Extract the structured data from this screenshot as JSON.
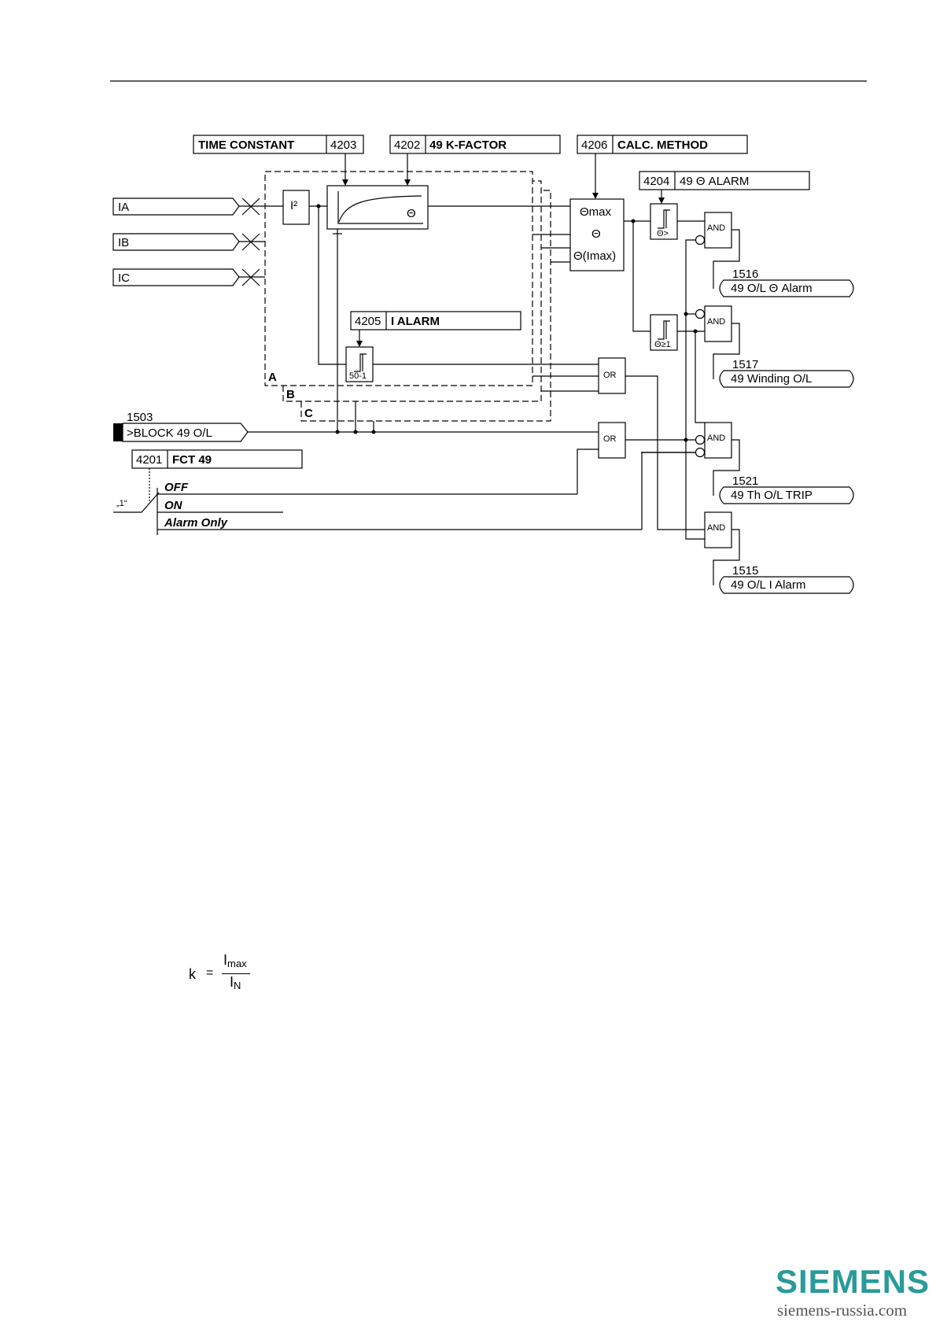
{
  "params": {
    "time_constant": {
      "label": "TIME CONSTANT",
      "code": "4203"
    },
    "k_factor": {
      "code": "4202",
      "label": "49 K-FACTOR"
    },
    "calc_method": {
      "code": "4206",
      "label": "CALC. METHOD"
    },
    "theta_alarm": {
      "code": "4204",
      "label": "49 Θ ALARM"
    },
    "i_alarm": {
      "code": "4205",
      "label": "I ALARM"
    },
    "fct49": {
      "code": "4201",
      "label": "FCT 49"
    }
  },
  "inputs": [
    "IA",
    "IB",
    "IC"
  ],
  "block_input": {
    "code": "1503",
    "label": ">BLOCK 49 O/L"
  },
  "square_label": "I²",
  "filter_label": "Θ",
  "calc_block": [
    "Θmax",
    "Θ",
    "Θ(Imax)"
  ],
  "thresholds": {
    "theta_gt": "Θ>",
    "theta_ge1": "Θ≥1",
    "i_50_1": "50-1"
  },
  "phase_labels": [
    "A",
    "B",
    "C"
  ],
  "gates": {
    "and": "AND",
    "or": "OR"
  },
  "outputs": [
    {
      "code": "1516",
      "label": "49 O/L Θ Alarm"
    },
    {
      "code": "1517",
      "label": "49 Winding O/L"
    },
    {
      "code": "1521",
      "label": "49 Th O/L TRIP"
    },
    {
      "code": "1515",
      "label": "49 O/L I Alarm"
    }
  ],
  "switch": {
    "marker": "„1“",
    "options": [
      "OFF",
      "ON",
      "Alarm Only"
    ]
  },
  "formula": {
    "lhs": "k",
    "eq": "=",
    "num": "I",
    "num_sub": "max",
    "den": "I",
    "den_sub": "N"
  },
  "logo": {
    "brand": "SIEMENS",
    "site": "siemens-russia.com"
  }
}
